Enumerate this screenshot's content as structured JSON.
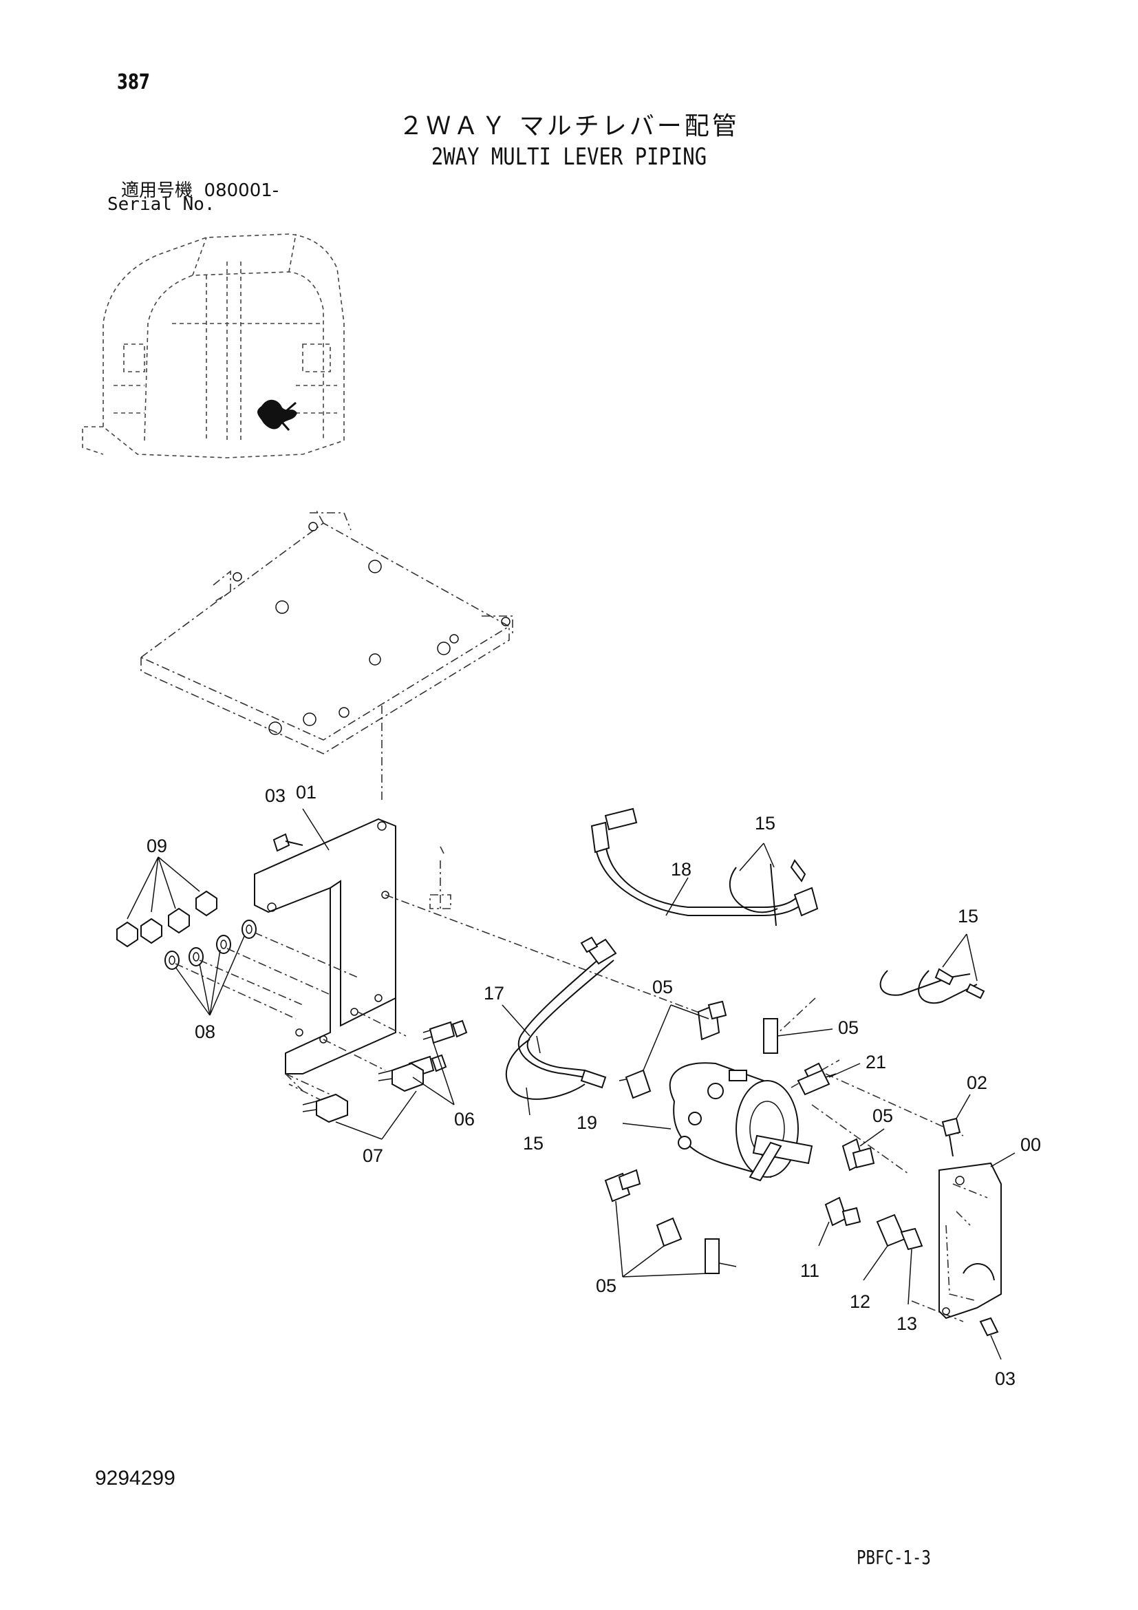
{
  "page_number": "387",
  "title_jp": "２ＷＡＹ マルチレバー配管",
  "title_en": "2WAY MULTI LEVER PIPING",
  "serial": {
    "label_jp": "適用号機",
    "value": "080001-",
    "label_en": "Serial No."
  },
  "part_labels": {
    "p03_top": "03",
    "p01": "01",
    "p09": "09",
    "p08": "08",
    "p06": "06",
    "p07": "07",
    "p15_top": "15",
    "p18": "18",
    "p15_right": "15",
    "p17": "17",
    "p05_top": "05",
    "p05_right": "05",
    "p21": "21",
    "p15_bottom": "15",
    "p19": "19",
    "p02": "02",
    "p05_mid": "05",
    "p00": "00",
    "p11": "11",
    "p05_bottom": "05",
    "p12": "12",
    "p13": "13",
    "p03_bottom": "03"
  },
  "document_number": "9294299",
  "page_code": "PBFC-1-3"
}
